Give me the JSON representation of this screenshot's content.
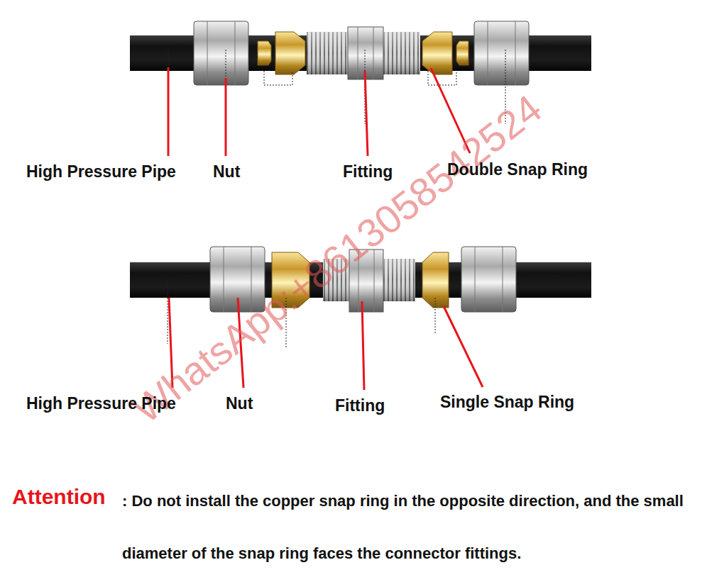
{
  "diagram": {
    "labels": [
      "High Pressure Pipe",
      "Nut",
      "Fitting",
      "Double Snap Ring",
      "High Pressure Pipe",
      "Nut",
      "Fitting",
      "Single Snap Ring",
      "Attention",
      ": Do not install the copper snap ring in the opposite direction, and the small diameter of the snap ring faces the connector fittings.",
      "WhatsApp:+8613058542524"
    ]
  }
}
